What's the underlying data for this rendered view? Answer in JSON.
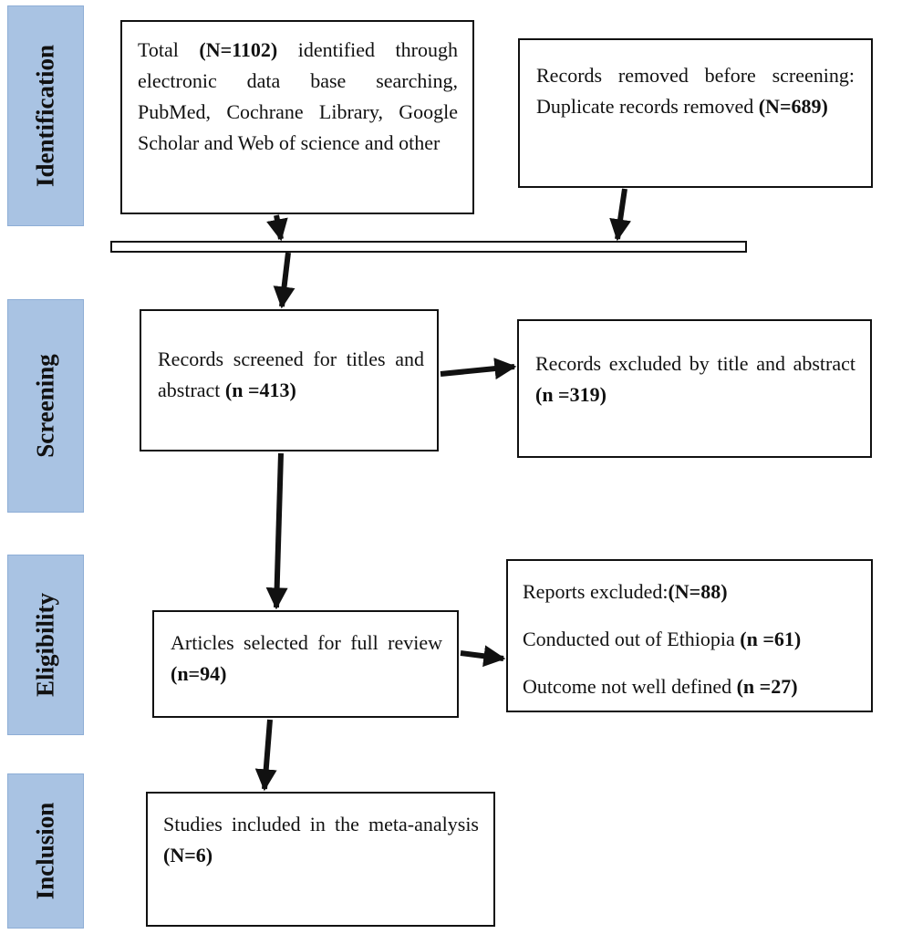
{
  "stages": {
    "identification": "Identification",
    "screening": "Screening",
    "eligibility": "Eligibility",
    "inclusion": "Inclusion"
  },
  "identified": {
    "prefix": "Total ",
    "count": "(N=1102)",
    "suffix": " identified through electronic data base searching, PubMed, Cochrane Library, Google Scholar and Web of science and other"
  },
  "removed": {
    "prefix": "Records removed before screening: Duplicate records removed ",
    "count": "(N=689)"
  },
  "screened": {
    "prefix": "Records screened for titles and abstract ",
    "count": "(n =413)"
  },
  "excluded_title": {
    "prefix": "Records excluded by title and abstract ",
    "count": "(n =319)"
  },
  "full_review": {
    "prefix": "Articles selected for full review ",
    "count": "(n=94)"
  },
  "reports_excluded": {
    "line1_prefix": "Reports excluded:",
    "line1_count": "(N=88)",
    "line2_prefix": "Conducted out of Ethiopia ",
    "line2_count": "(n =61)",
    "line3_prefix": "Outcome not well defined ",
    "line3_count": "(n =27)"
  },
  "included": {
    "prefix": "Studies included in the meta-analysis ",
    "count": "(N=6)"
  }
}
